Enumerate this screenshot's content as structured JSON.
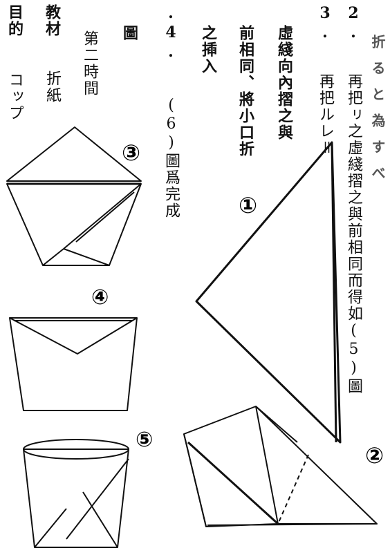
{
  "columns": [
    {
      "id": "c1",
      "text": "折ると為すべ"
    },
    {
      "id": "c2",
      "number": "2.",
      "text": "再把ㇼ之虛綫摺之與前相同而得如(5)圖"
    },
    {
      "id": "c3",
      "number": "3.",
      "text": "再把ルレ＝"
    },
    {
      "id": "c4",
      "text": "虛綫向內摺之與"
    },
    {
      "id": "c5",
      "text": "前相同、將小口折"
    },
    {
      "id": "c6",
      "text": "之揷入"
    },
    {
      "id": "c7",
      "number": ".4.",
      "text": "(6)圖爲完成"
    },
    {
      "id": "c8",
      "text": "圖"
    },
    {
      "id": "c9",
      "text": "第二時間"
    },
    {
      "id": "c10",
      "label": "教材",
      "text": "折紙"
    },
    {
      "id": "c11",
      "label": "目的",
      "text": "コップ"
    }
  ],
  "figure_labels": {
    "f1": "①",
    "f2": "②",
    "f3": "③",
    "f4": "④",
    "f5": "⑤"
  }
}
